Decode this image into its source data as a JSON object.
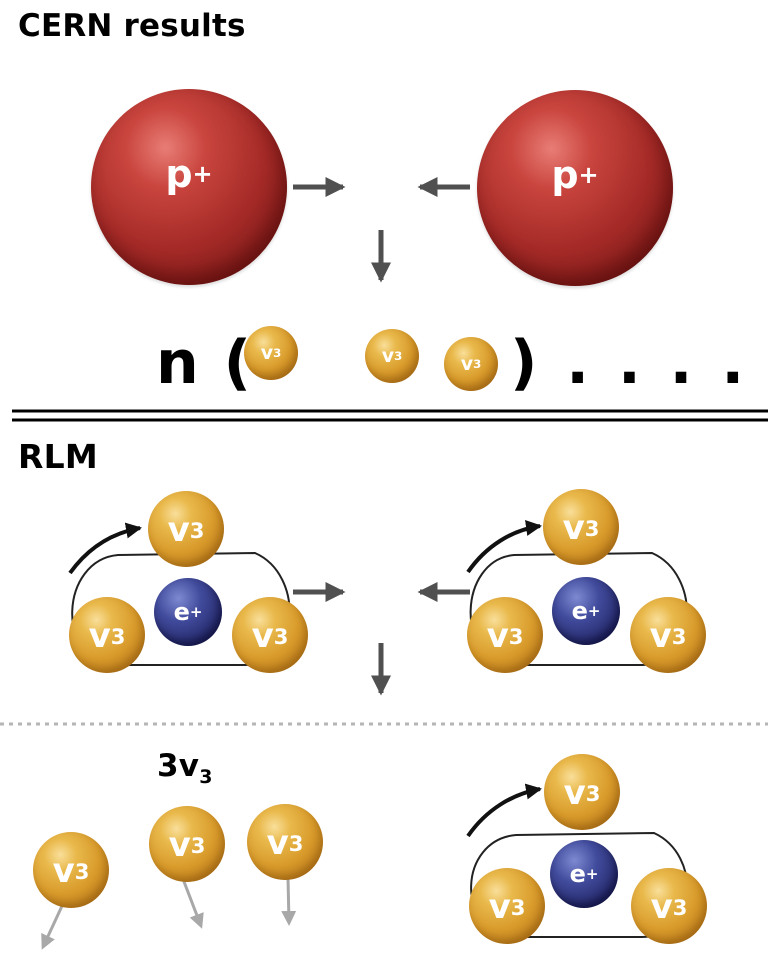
{
  "cern": {
    "title": "CERN results",
    "proton_label": "p",
    "proton_charge": "+",
    "n_prefix": "n (",
    "suffix": ") . . . ."
  },
  "rlm": {
    "title": "RLM",
    "nu_label": "v",
    "nu_sub": "3",
    "positron_label": "e",
    "positron_charge": "+"
  },
  "products": {
    "label_main": "3v",
    "label_sub": "3"
  },
  "colors": {
    "proton": "#a52a27",
    "neutrino": "#d89a2a",
    "positron": "#25296a",
    "arrow": "#505050",
    "drift_arrow": "#a8a8a8",
    "divider": "#000000"
  }
}
